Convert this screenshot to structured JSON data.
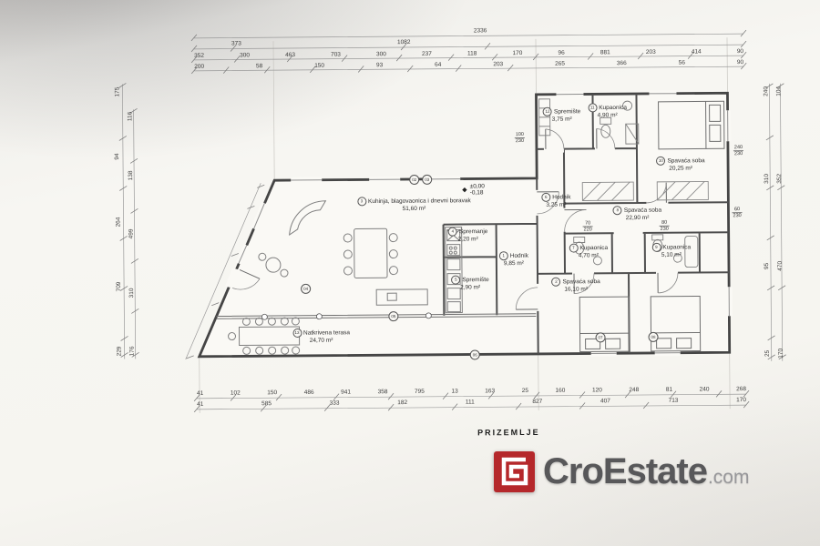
{
  "title": "PRIZEMLJE",
  "elevation": {
    "upper": "±0,00",
    "lower": "-0,18"
  },
  "logo": {
    "name": "CroEstate",
    "tld": ".com"
  },
  "rooms": [
    {
      "id": "3",
      "name": "Kuhinja, blagovaonica i dnevni boravak",
      "area": "51,60 m²"
    },
    {
      "id": "4",
      "name": "Spremanje",
      "area": "2,20 m²"
    },
    {
      "id": "1",
      "name": "Hodnik",
      "area": "9,85 m²"
    },
    {
      "id": "5",
      "name": "Spremište",
      "area": "2,90 m²"
    },
    {
      "id": "13",
      "name": "Natkrivena terasa",
      "area": "24,70 m²"
    },
    {
      "id": "6",
      "name": "Hodnik",
      "area": "3,25 m²"
    },
    {
      "id": "12",
      "name": "Spremište",
      "area": "3,75 m²"
    },
    {
      "id": "11",
      "name": "Kupaonica",
      "area": "4,90 m²"
    },
    {
      "id": "10",
      "name": "Spavaća soba",
      "area": "20,25 m²"
    },
    {
      "id": "8",
      "name": "Spavaća soba",
      "area": "22,90 m²"
    },
    {
      "id": "7",
      "name": "Kupaonica",
      "area": "4,70 m²"
    },
    {
      "id": "9",
      "name": "Kupaonica",
      "area": "5,10 m²"
    },
    {
      "id": "2",
      "name": "Spavaća soba",
      "area": "16,10 m²"
    }
  ],
  "door_tags": [
    {
      "w": "100",
      "h": "230"
    },
    {
      "w": "240",
      "h": "230"
    },
    {
      "w": "60",
      "h": "230"
    },
    {
      "w": "70",
      "h": "220"
    },
    {
      "w": "80",
      "h": "230"
    }
  ],
  "wall_tags": [
    "02",
    "03",
    "04",
    "05",
    "06",
    "07",
    "08"
  ],
  "dimensions": {
    "top1": [
      "2336"
    ],
    "top2": [
      "373",
      "1082"
    ],
    "top3": [
      "352",
      "300",
      "463",
      "703",
      "300",
      "237",
      "118",
      "170",
      "96",
      "881",
      "203",
      "414",
      "90"
    ],
    "top4": [
      "200",
      "58",
      "150",
      "93",
      "64",
      "203",
      "265",
      "366",
      "56",
      "90"
    ],
    "bottom1": [
      "41",
      "102",
      "150",
      "486",
      "941",
      "358",
      "795",
      "13",
      "163",
      "25",
      "160",
      "120",
      "248",
      "81",
      "240",
      "268"
    ],
    "bottom2": [
      "41",
      "585",
      "333",
      "182",
      "111",
      "827",
      "407",
      "713",
      "170"
    ],
    "left1": [
      "175",
      "94",
      "264",
      "709",
      "229"
    ],
    "left2": [
      "116",
      "138",
      "499",
      "310",
      "176"
    ],
    "right1": [
      "104",
      "352",
      "470",
      "170"
    ],
    "right2": [
      "240",
      "310",
      "95",
      "25"
    ]
  }
}
